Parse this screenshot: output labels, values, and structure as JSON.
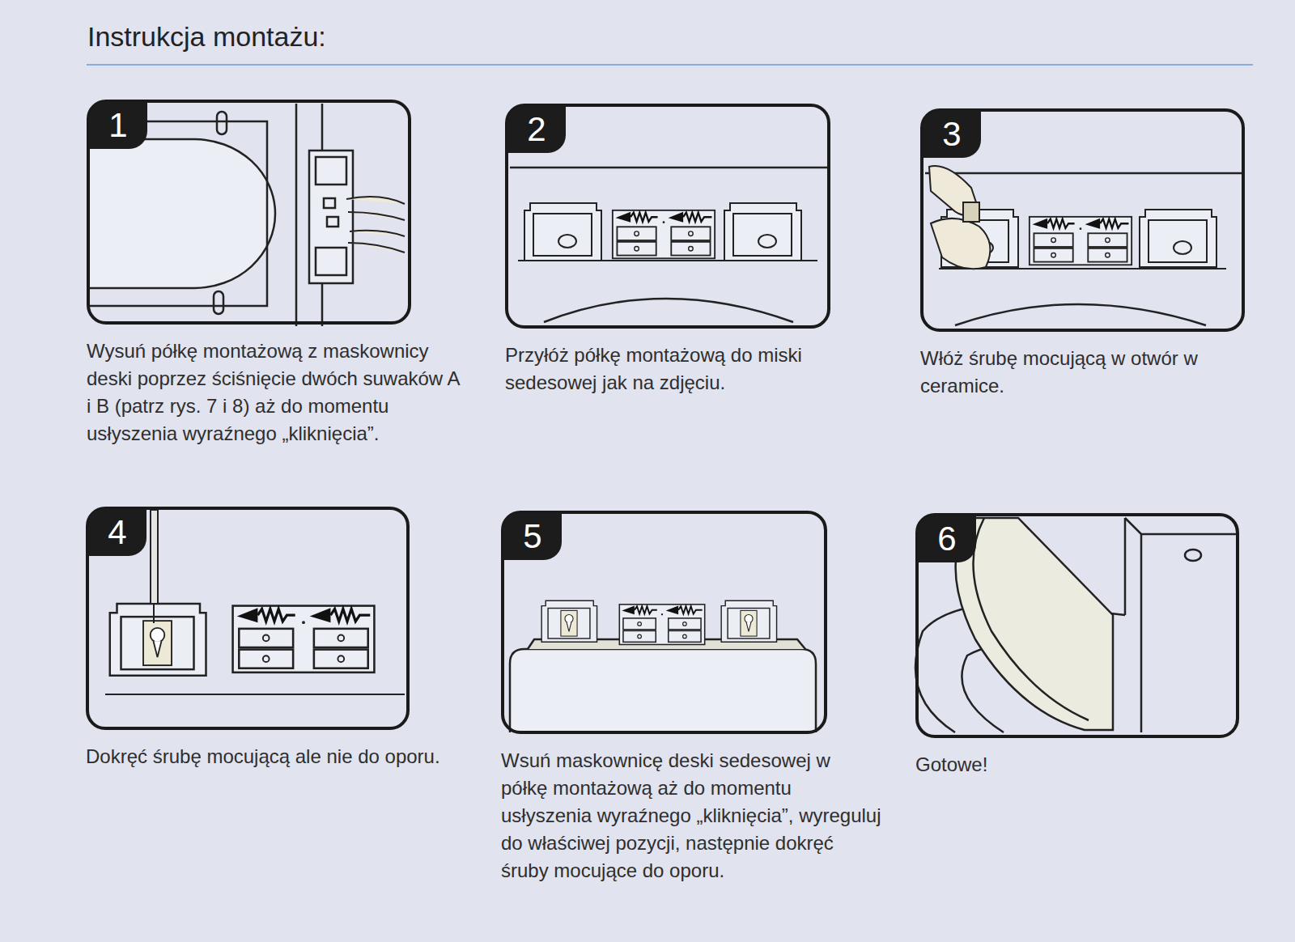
{
  "diagram": {
    "title": "Instrukcja montażu:",
    "nodes": [
      {
        "text": [
          "1",
          "Wysuń półkę montażową z maskownicy deski poprzez ściśnięcie dwóch suwaków A i B (patrz rys. 7 i 8) aż do momentu usłyszenia wyraźnego „kliknięcia”."
        ]
      },
      {
        "text": [
          "2",
          "Przyłóż półkę montażową do miski sedesowej jak na zdjęciu."
        ]
      },
      {
        "text": [
          "3",
          "Włóż śrubę mocującą w otwór w ceramice."
        ]
      },
      {
        "text": [
          "4",
          "Dokręć śrubę mocującą ale nie do oporu."
        ]
      },
      {
        "text": [
          "5",
          "Wsuń maskownicę deski sedesowej w półkę montażową aż do momentu usłyszenia wyraźnego „kliknięcia”, wyreguluj do właściwej pozycji, następnie dokręć śruby mocujące do oporu."
        ]
      },
      {
        "text": [
          "6",
          "Gotowe!"
        ]
      }
    ]
  }
}
